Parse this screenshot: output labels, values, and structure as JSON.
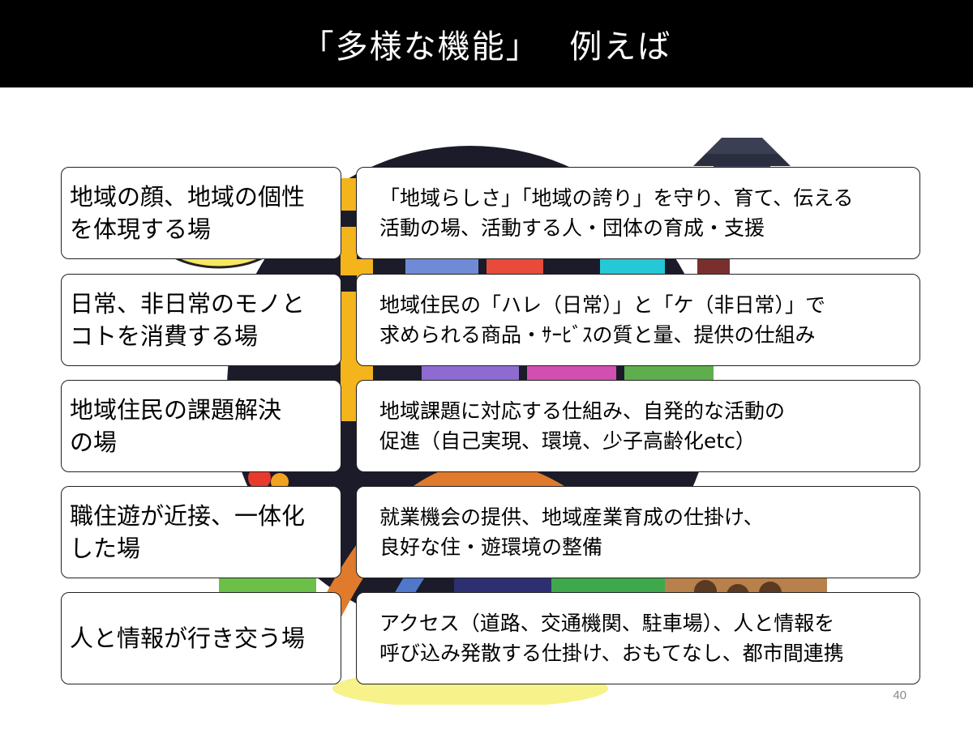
{
  "slide": {
    "title": "「多様な機能」　 例えば",
    "page_number": "40"
  },
  "rows": [
    {
      "function": "地域の顔、地域の個性\nを体現する場",
      "example": "「地域らしさ」「地域の誇り」を守り、育て、伝える\n活動の場、活動する人・団体の育成・支援"
    },
    {
      "function": "日常、非日常のモノと\nコトを消費する場",
      "example": "地域住民の「ハレ（日常）」と「ケ（非日常）」で\n求められる商品・ｻｰﾋﾞｽの質と量、提供の仕組み"
    },
    {
      "function": "地域住民の課題解決\nの場",
      "example": "地域課題に対応する仕組み、自発的な活動の\n促進（自己実現、環境、少子高齢化etc）"
    },
    {
      "function": "職住遊が近接、一体化\nした場",
      "example": "就業機会の提供、地域産業育成の仕掛け、\n良好な住・遊環境の整備"
    },
    {
      "function": "人と情報が行き交う場",
      "example": "アクセス（道路、交通機関、駐車場）、人と情報を\n呼び込み発散する仕掛け、おもてなし、都市間連携"
    }
  ]
}
